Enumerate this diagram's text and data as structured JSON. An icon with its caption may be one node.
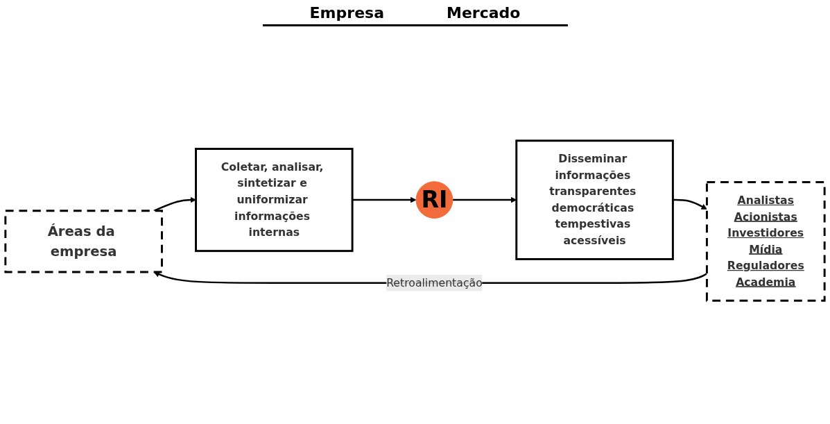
{
  "diagram": {
    "nodes": [
      {
        "text": [
          "Áreas da empresa"
        ]
      },
      {
        "text": [
          "Coletar, analisar, sintetizar e uniformizar informações internas"
        ]
      },
      {
        "text": [
          "RI"
        ]
      },
      {
        "text": [
          "Disseminar informações transparentes democráticas tempestivas acessíveis"
        ]
      },
      {
        "text": [
          "Analistas",
          "Acionistas",
          "Investidores",
          "Mídia",
          "Reguladores",
          "Academia"
        ]
      }
    ],
    "edges": [
      {
        "from": 0,
        "to": 1,
        "arrow": "to"
      },
      {
        "from": 1,
        "to": 2,
        "arrow": "to"
      },
      {
        "from": 2,
        "to": 3,
        "arrow": "to"
      },
      {
        "from": 3,
        "to": 4,
        "arrow": "to"
      },
      {
        "from": 4,
        "to": 0,
        "arrow": "to",
        "label": "Retroalimentação"
      }
    ],
    "labels": [
      "Empresa",
      "Mercado"
    ]
  }
}
